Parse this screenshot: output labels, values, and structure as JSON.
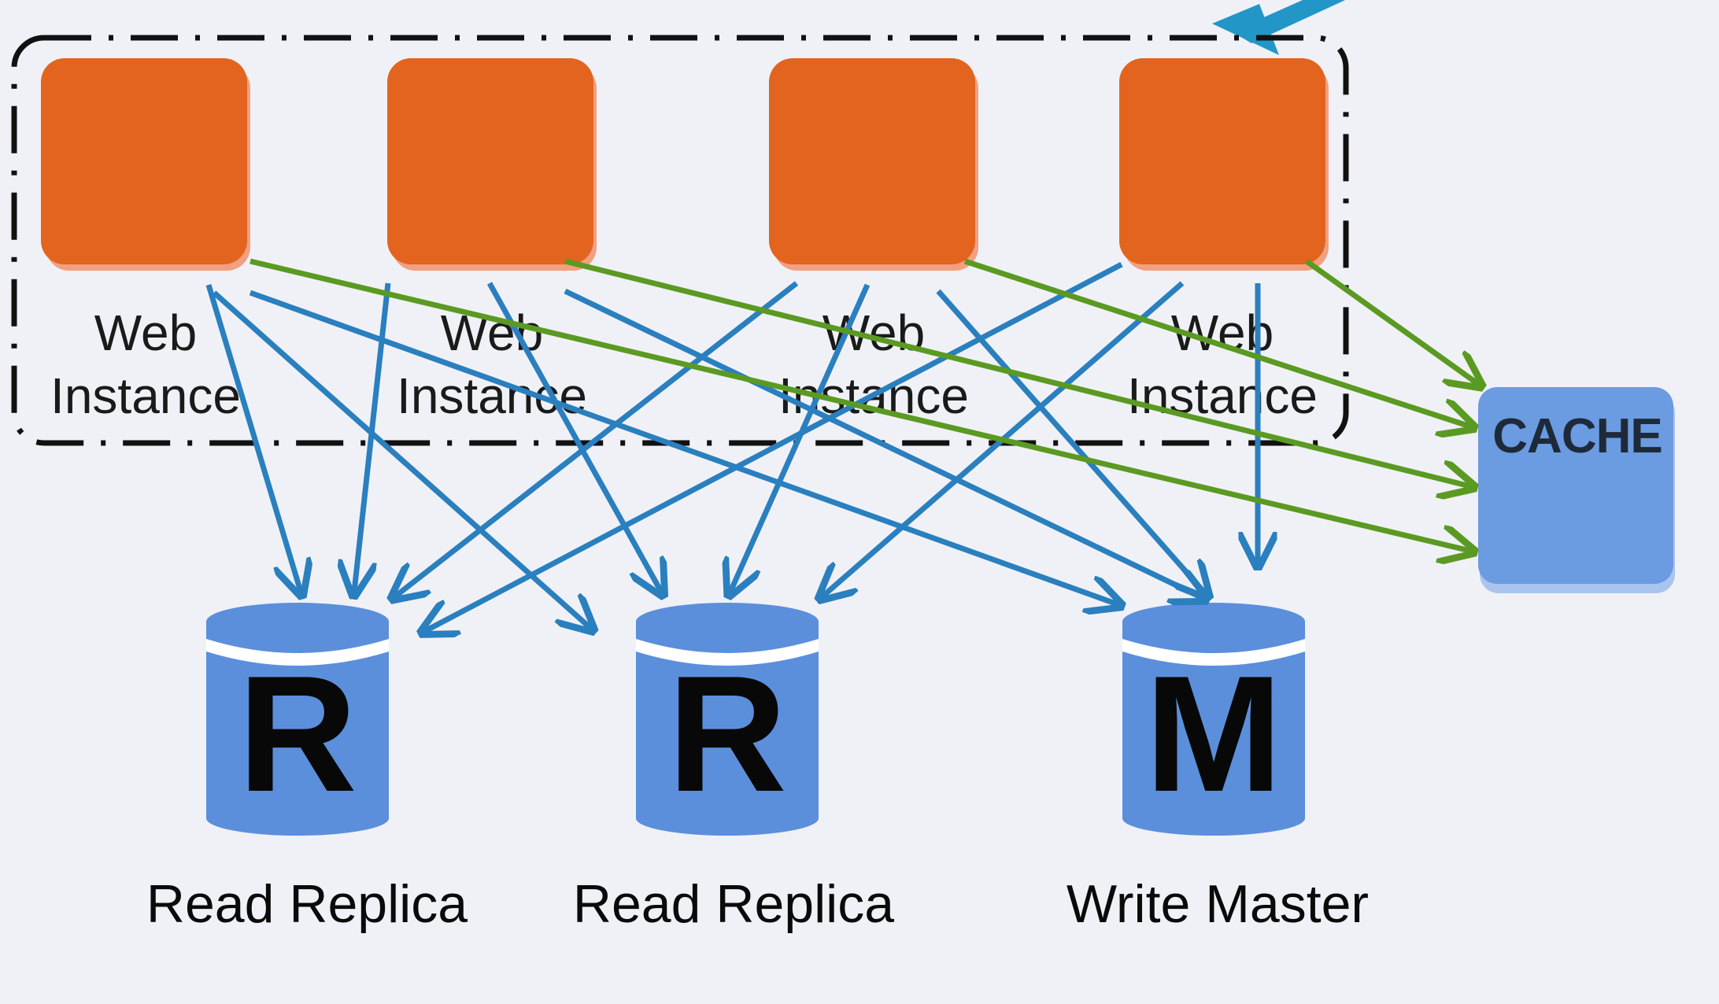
{
  "web_tier": {
    "instances": [
      {
        "label_line1": "Web",
        "label_line2": "Instance"
      },
      {
        "label_line1": "Web",
        "label_line2": "Instance"
      },
      {
        "label_line1": "Web",
        "label_line2": "Instance"
      },
      {
        "label_line1": "Web",
        "label_line2": "Instance"
      }
    ]
  },
  "cache": {
    "label": "CACHE"
  },
  "databases": [
    {
      "letter": "R",
      "caption": "Read Replica"
    },
    {
      "letter": "R",
      "caption": "Read Replica"
    },
    {
      "letter": "M",
      "caption": "Write Master"
    }
  ],
  "colors": {
    "background": "#f0f1f6",
    "instance_fill": "#e2641f",
    "instance_shadow": "#f2a080",
    "db_fill": "#5b8fdc",
    "db_band": "#ffffff",
    "cache_fill": "#6b9be0",
    "read_arrow": "#2a7fbf",
    "cache_arrow": "#5b9a22",
    "boundary": "#111111",
    "incoming_arrow": "#2396c8"
  }
}
